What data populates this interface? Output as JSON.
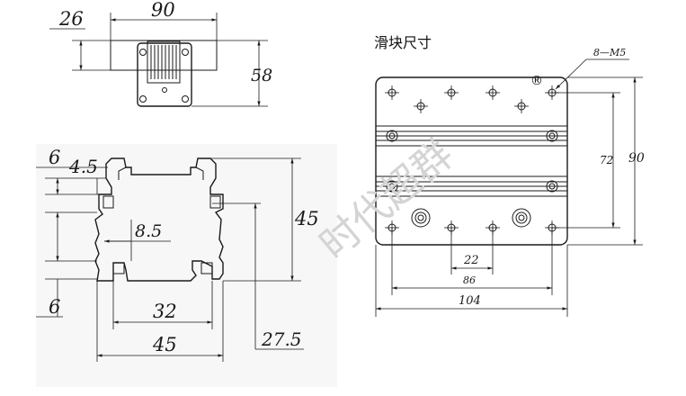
{
  "title": "滑块尺寸",
  "watermark": "时代超群",
  "registered_mark": "®",
  "top_view": {
    "dim_26": "26",
    "dim_90": "90",
    "dim_58": "58"
  },
  "profile": {
    "dim_6_top": "6",
    "dim_4_5": "4.5",
    "dim_8_5": "8.5",
    "dim_45_height": "45",
    "dim_6_bottom": "6",
    "dim_32": "32",
    "dim_45_width": "45",
    "dim_27_5": "27.5"
  },
  "plate": {
    "hole_label": "8—M5",
    "dim_72": "72",
    "dim_90": "90",
    "dim_22": "22",
    "dim_86": "86",
    "dim_104": "104"
  }
}
